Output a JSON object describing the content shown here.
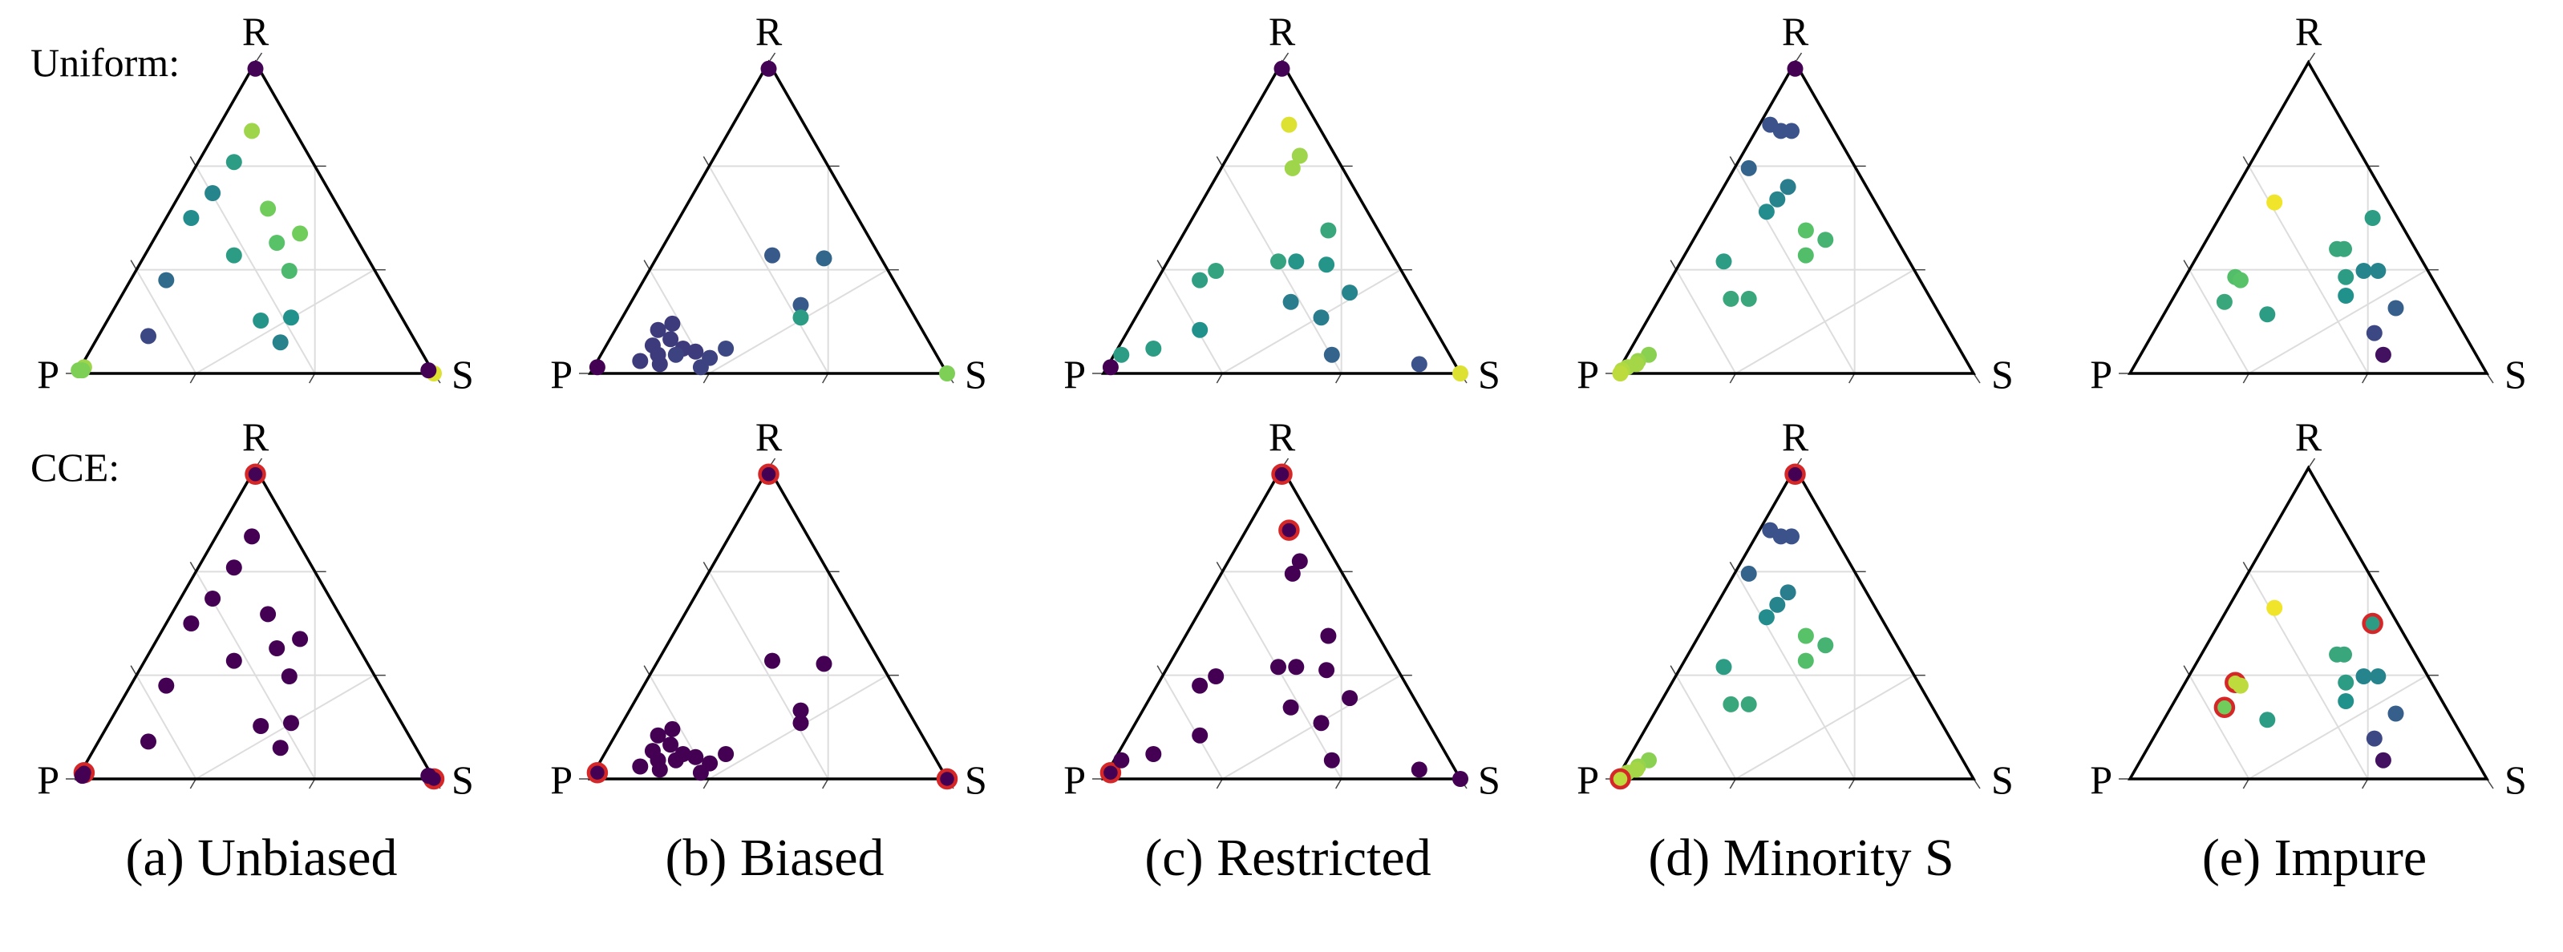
{
  "row_labels": [
    "Uniform:",
    "CCE:"
  ],
  "vertex_labels": {
    "top": "R",
    "left": "P",
    "right": "S"
  },
  "captions": [
    "(a) Unbiased",
    "(b) Biased",
    "(c) Restricted",
    "(d) Minority S",
    "(e) Impure"
  ],
  "colors": {
    "viridis": [
      "#440154",
      "#3b528b",
      "#21918c",
      "#5ec962",
      "#fde725"
    ],
    "cce_highlight": "#d62728",
    "triangle": "#000000",
    "grid": "#dddddd"
  },
  "chart_data": [
    {
      "type": "scatter",
      "panel": "(a) Unbiased",
      "row": "Uniform:",
      "points": [
        [
          0,
          0,
          0.95
        ],
        [
          0.98,
          0.01,
          0.01
        ],
        [
          0.02,
          0.97,
          0.85
        ],
        [
          0.78,
          0.12,
          0.85
        ],
        [
          0.68,
          0.22,
          0.55
        ],
        [
          0.58,
          0.33,
          0.45
        ],
        [
          0.5,
          0.43,
          0.48
        ],
        [
          0.53,
          0.2,
          0.78
        ],
        [
          0.45,
          0.15,
          0.78
        ],
        [
          0.42,
          0.23,
          0.72
        ],
        [
          0.33,
          0.24,
          0.68
        ],
        [
          0.38,
          0.37,
          0.55
        ],
        [
          0.3,
          0.6,
          0.35
        ],
        [
          0.12,
          0.74,
          0.22
        ],
        [
          0.17,
          0.4,
          0.52
        ],
        [
          0.18,
          0.31,
          0.5
        ],
        [
          0.1,
          0.38,
          0.44
        ],
        [
          0.01,
          0.01,
          0.0
        ],
        [
          0.01,
          0.98,
          0.8
        ],
        [
          0.01,
          0.99,
          0.8
        ]
      ]
    },
    {
      "type": "scatter",
      "panel": "(a) Unbiased",
      "row": "CCE:",
      "points": [
        [
          0,
          0,
          0.0,
          1
        ],
        [
          0.98,
          0.01,
          0.01,
          1
        ],
        [
          0.02,
          0.97,
          0.0,
          1
        ],
        [
          0.78,
          0.12,
          0.0,
          0
        ],
        [
          0.68,
          0.22,
          0.0,
          0
        ],
        [
          0.58,
          0.33,
          0.0,
          0
        ],
        [
          0.5,
          0.43,
          0.0,
          0
        ],
        [
          0.53,
          0.2,
          0.0,
          0
        ],
        [
          0.45,
          0.15,
          0.0,
          0
        ],
        [
          0.42,
          0.23,
          0.0,
          0
        ],
        [
          0.33,
          0.24,
          0.0,
          0
        ],
        [
          0.38,
          0.37,
          0.0,
          0
        ],
        [
          0.3,
          0.6,
          0.0,
          0
        ],
        [
          0.12,
          0.74,
          0.0,
          0
        ],
        [
          0.17,
          0.4,
          0.0,
          0
        ],
        [
          0.18,
          0.31,
          0.0,
          0
        ],
        [
          0.1,
          0.38,
          0.0,
          0
        ],
        [
          0.01,
          0.01,
          0.0,
          0
        ],
        [
          0.01,
          0.98,
          0.0,
          0
        ]
      ]
    },
    {
      "type": "scatter",
      "panel": "(b) Biased",
      "row": "Uniform:",
      "points": [
        [
          0,
          0,
          0.8
        ],
        [
          0.98,
          0.01,
          0.01
        ],
        [
          0.02,
          0.97,
          0.0
        ],
        [
          0.38,
          0.3,
          0.28
        ],
        [
          0.37,
          0.16,
          0.33
        ],
        [
          0.22,
          0.3,
          0.28
        ],
        [
          0.14,
          0.74,
          0.18
        ],
        [
          0.16,
          0.69,
          0.18
        ],
        [
          0.09,
          0.78,
          0.18
        ],
        [
          0.11,
          0.72,
          0.18
        ],
        [
          0.08,
          0.7,
          0.18
        ],
        [
          0.07,
          0.67,
          0.18
        ],
        [
          0.06,
          0.78,
          0.18
        ],
        [
          0.04,
          0.84,
          0.18
        ],
        [
          0.03,
          0.79,
          0.18
        ],
        [
          0.06,
          0.73,
          0.2
        ],
        [
          0.02,
          0.68,
          0.2
        ],
        [
          0.05,
          0.64,
          0.2
        ],
        [
          0.08,
          0.58,
          0.22
        ],
        [
          0.18,
          0.32,
          0.55
        ]
      ]
    },
    {
      "type": "scatter",
      "panel": "(b) Biased",
      "row": "CCE:",
      "points": [
        [
          0,
          0,
          0.0,
          1
        ],
        [
          0.98,
          0.01,
          0.0,
          1
        ],
        [
          0.02,
          0.97,
          0.0,
          1
        ],
        [
          0.38,
          0.3,
          0.0,
          0
        ],
        [
          0.37,
          0.16,
          0.0,
          0
        ],
        [
          0.22,
          0.3,
          0.0,
          0
        ],
        [
          0.14,
          0.74,
          0.0,
          0
        ],
        [
          0.16,
          0.69,
          0.0,
          0
        ],
        [
          0.09,
          0.78,
          0.0,
          0
        ],
        [
          0.11,
          0.72,
          0.0,
          0
        ],
        [
          0.08,
          0.7,
          0.0,
          0
        ],
        [
          0.07,
          0.67,
          0.0,
          0
        ],
        [
          0.06,
          0.78,
          0.0,
          0
        ],
        [
          0.04,
          0.84,
          0.0,
          0
        ],
        [
          0.03,
          0.79,
          0.0,
          0
        ],
        [
          0.06,
          0.73,
          0.0,
          0
        ],
        [
          0.02,
          0.68,
          0.0,
          0
        ],
        [
          0.05,
          0.64,
          0.0,
          0
        ],
        [
          0.08,
          0.58,
          0.0,
          0
        ],
        [
          0.18,
          0.32,
          0.0,
          0
        ]
      ]
    },
    {
      "type": "scatter",
      "panel": "(c) Restricted",
      "row": "Uniform:",
      "points": [
        [
          0,
          0,
          0.95
        ],
        [
          0.98,
          0.01,
          0.01
        ],
        [
          0.02,
          0.97,
          0.0
        ],
        [
          0.8,
          0.08,
          0.95
        ],
        [
          0.7,
          0.1,
          0.85
        ],
        [
          0.66,
          0.14,
          0.85
        ],
        [
          0.46,
          0.14,
          0.6
        ],
        [
          0.36,
          0.33,
          0.58
        ],
        [
          0.35,
          0.2,
          0.52
        ],
        [
          0.36,
          0.28,
          0.52
        ],
        [
          0.33,
          0.52,
          0.58
        ],
        [
          0.3,
          0.58,
          0.56
        ],
        [
          0.26,
          0.18,
          0.45
        ],
        [
          0.23,
          0.36,
          0.42
        ],
        [
          0.18,
          0.3,
          0.42
        ],
        [
          0.08,
          0.82,
          0.55
        ],
        [
          0.14,
          0.66,
          0.5
        ],
        [
          0.06,
          0.92,
          0.55
        ],
        [
          0.06,
          0.33,
          0.32
        ],
        [
          0.03,
          0.1,
          0.25
        ]
      ]
    },
    {
      "type": "scatter",
      "panel": "(c) Restricted",
      "row": "CCE:",
      "points": [
        [
          0,
          0,
          0.0,
          0
        ],
        [
          0.98,
          0.01,
          0.0,
          1
        ],
        [
          0.02,
          0.97,
          0.0,
          1
        ],
        [
          0.8,
          0.08,
          0.0,
          1
        ],
        [
          0.7,
          0.1,
          0.0,
          0
        ],
        [
          0.66,
          0.14,
          0.0,
          0
        ],
        [
          0.46,
          0.14,
          0.0,
          0
        ],
        [
          0.36,
          0.33,
          0.0,
          0
        ],
        [
          0.35,
          0.2,
          0.0,
          0
        ],
        [
          0.36,
          0.28,
          0.0,
          0
        ],
        [
          0.33,
          0.52,
          0.0,
          0
        ],
        [
          0.3,
          0.58,
          0.0,
          0
        ],
        [
          0.26,
          0.18,
          0.0,
          0
        ],
        [
          0.23,
          0.36,
          0.0,
          0
        ],
        [
          0.18,
          0.3,
          0.0,
          0
        ],
        [
          0.08,
          0.82,
          0.0,
          0
        ],
        [
          0.14,
          0.66,
          0.0,
          0
        ],
        [
          0.06,
          0.92,
          0.0,
          0
        ],
        [
          0.06,
          0.33,
          0.0,
          0
        ],
        [
          0.03,
          0.1,
          0.0,
          0
        ]
      ]
    },
    {
      "type": "scatter",
      "panel": "(d) Minority S",
      "row": "Uniform:",
      "points": [
        [
          0.98,
          0.01,
          0.0
        ],
        [
          0.8,
          0.17,
          0.25
        ],
        [
          0.78,
          0.15,
          0.25
        ],
        [
          0.78,
          0.12,
          0.25
        ],
        [
          0.66,
          0.3,
          0.32
        ],
        [
          0.6,
          0.22,
          0.42
        ],
        [
          0.52,
          0.32,
          0.48
        ],
        [
          0.56,
          0.27,
          0.45
        ],
        [
          0.38,
          0.28,
          0.7
        ],
        [
          0.43,
          0.2,
          0.65
        ],
        [
          0.46,
          0.24,
          0.72
        ],
        [
          0.36,
          0.52,
          0.55
        ],
        [
          0.24,
          0.51,
          0.6
        ],
        [
          0.24,
          0.56,
          0.6
        ],
        [
          0.06,
          0.88,
          0.82
        ],
        [
          0.04,
          0.92,
          0.84
        ],
        [
          0.03,
          0.93,
          0.86
        ],
        [
          0.02,
          0.96,
          0.86
        ],
        [
          0.01,
          0.98,
          0.88
        ],
        [
          0.0,
          0.99,
          0.9
        ]
      ]
    },
    {
      "type": "scatter",
      "panel": "(d) Minority S",
      "row": "CCE:",
      "points": [
        [
          0.98,
          0.01,
          0.0,
          1
        ],
        [
          0.8,
          0.17,
          0.25,
          0
        ],
        [
          0.78,
          0.15,
          0.25,
          0
        ],
        [
          0.78,
          0.12,
          0.25,
          0
        ],
        [
          0.66,
          0.3,
          0.32,
          0
        ],
        [
          0.6,
          0.22,
          0.42,
          0
        ],
        [
          0.52,
          0.32,
          0.48,
          0
        ],
        [
          0.56,
          0.27,
          0.45,
          0
        ],
        [
          0.38,
          0.28,
          0.7,
          0
        ],
        [
          0.43,
          0.2,
          0.65,
          0
        ],
        [
          0.46,
          0.24,
          0.72,
          0
        ],
        [
          0.36,
          0.52,
          0.55,
          0
        ],
        [
          0.24,
          0.51,
          0.6,
          0
        ],
        [
          0.24,
          0.56,
          0.6,
          0
        ],
        [
          0.06,
          0.88,
          0.82,
          0
        ],
        [
          0.04,
          0.92,
          0.84,
          0
        ],
        [
          0.03,
          0.93,
          0.86,
          0
        ],
        [
          0.02,
          0.96,
          0.86,
          0
        ],
        [
          0.01,
          0.98,
          0.88,
          0
        ],
        [
          0.0,
          0.99,
          0.9,
          1
        ]
      ]
    },
    {
      "type": "scatter",
      "panel": "(e) Impure",
      "row": "Uniform:",
      "points": [
        [
          0.55,
          0.32,
          0.98
        ],
        [
          0.5,
          0.07,
          0.55
        ],
        [
          0.4,
          0.22,
          0.6
        ],
        [
          0.4,
          0.2,
          0.6
        ],
        [
          0.33,
          0.14,
          0.45
        ],
        [
          0.33,
          0.18,
          0.45
        ],
        [
          0.31,
          0.24,
          0.55
        ],
        [
          0.25,
          0.27,
          0.5
        ],
        [
          0.21,
          0.15,
          0.3
        ],
        [
          0.13,
          0.25,
          0.22
        ],
        [
          0.06,
          0.26,
          0.05
        ],
        [
          0.31,
          0.55,
          0.7
        ],
        [
          0.3,
          0.54,
          0.72
        ],
        [
          0.23,
          0.62,
          0.6
        ],
        [
          0.19,
          0.52,
          0.55
        ]
      ]
    },
    {
      "type": "scatter",
      "panel": "(e) Impure",
      "row": "CCE:",
      "points": [
        [
          0.55,
          0.32,
          0.98,
          0
        ],
        [
          0.5,
          0.07,
          0.55,
          1
        ],
        [
          0.4,
          0.22,
          0.6,
          0
        ],
        [
          0.4,
          0.2,
          0.6,
          0
        ],
        [
          0.33,
          0.14,
          0.45,
          0
        ],
        [
          0.33,
          0.18,
          0.45,
          0
        ],
        [
          0.31,
          0.24,
          0.55,
          0
        ],
        [
          0.25,
          0.27,
          0.5,
          0
        ],
        [
          0.21,
          0.15,
          0.3,
          0
        ],
        [
          0.13,
          0.25,
          0.22,
          0
        ],
        [
          0.06,
          0.26,
          0.05,
          0
        ],
        [
          0.31,
          0.55,
          0.9,
          1
        ],
        [
          0.3,
          0.54,
          0.9,
          0
        ],
        [
          0.23,
          0.62,
          0.78,
          1
        ],
        [
          0.19,
          0.52,
          0.55,
          0
        ]
      ]
    }
  ]
}
